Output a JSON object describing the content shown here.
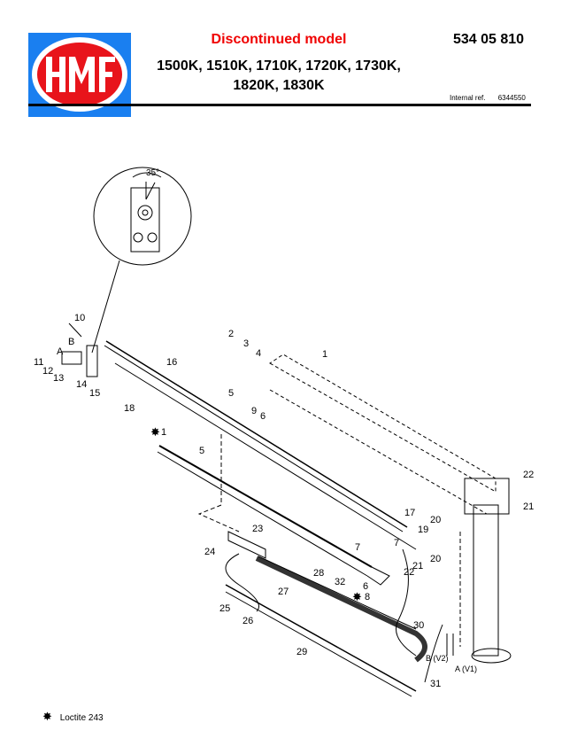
{
  "header": {
    "logo_text": "HMF",
    "status": "Discontinued model",
    "document_number": "534 05 810",
    "models_line1": "1500K, 1510K, 1710K, 1720K, 1730K,",
    "models_line2": "1820K, 1830K",
    "internal_ref_label": "Internal ref.",
    "internal_ref_value": "6344550"
  },
  "colors": {
    "logo_bg": "#1a7ff0",
    "logo_red": "#e8141b",
    "status_red": "#f00000"
  },
  "inset": {
    "angle_label": "35°"
  },
  "callouts": [
    "10",
    "11",
    "12",
    "13",
    "14",
    "15",
    "A",
    "B",
    "16",
    "18",
    "2",
    "3",
    "4",
    "1",
    "5",
    "9",
    "6",
    "1",
    "5",
    "17",
    "19",
    "20",
    "20",
    "21",
    "22",
    "22",
    "21",
    "23",
    "24",
    "7",
    "7",
    "28",
    "32",
    "6",
    "8",
    "27",
    "25",
    "26",
    "29",
    "30",
    "B (V2)",
    "A (V1)",
    "31"
  ],
  "legend": {
    "icon": "loctite-star-icon",
    "text": "Loctite 243"
  }
}
